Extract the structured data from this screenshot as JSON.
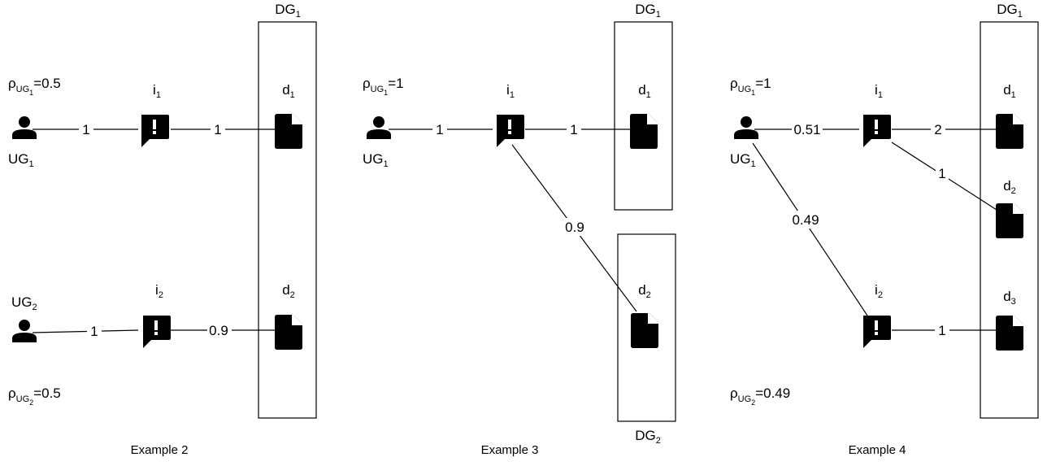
{
  "colors": {
    "ink": "#000000",
    "background": "#ffffff"
  },
  "icons": {
    "user": "person-icon",
    "issue": "alert-message-icon",
    "document": "document-icon"
  },
  "panels": [
    {
      "caption": "Example 2",
      "rhos": [
        {
          "group": "UG",
          "index": "1",
          "value": "0.5"
        },
        {
          "group": "UG",
          "index": "2",
          "value": "0.5"
        }
      ],
      "users": [
        {
          "base": "UG",
          "index": "1"
        },
        {
          "base": "UG",
          "index": "2"
        }
      ],
      "issues": [
        {
          "base": "i",
          "index": "1"
        },
        {
          "base": "i",
          "index": "2"
        }
      ],
      "docs": [
        {
          "base": "d",
          "index": "1"
        },
        {
          "base": "d",
          "index": "2"
        }
      ],
      "groups": [
        {
          "base": "DG",
          "index": "1"
        }
      ],
      "edges": [
        "1",
        "1",
        "1",
        "0.9"
      ]
    },
    {
      "caption": "Example 3",
      "rhos": [
        {
          "group": "UG",
          "index": "1",
          "value": "1"
        }
      ],
      "users": [
        {
          "base": "UG",
          "index": "1"
        }
      ],
      "issues": [
        {
          "base": "i",
          "index": "1"
        }
      ],
      "docs": [
        {
          "base": "d",
          "index": "1"
        },
        {
          "base": "d",
          "index": "2"
        }
      ],
      "groups": [
        {
          "base": "DG",
          "index": "1"
        },
        {
          "base": "DG",
          "index": "2"
        }
      ],
      "edges": [
        "1",
        "1",
        "0.9"
      ]
    },
    {
      "caption": "Example 4",
      "rhos": [
        {
          "group": "UG",
          "index": "1",
          "value": "1"
        },
        {
          "group": "UG",
          "index": "2",
          "value": "0.49"
        }
      ],
      "users": [
        {
          "base": "UG",
          "index": "1"
        }
      ],
      "issues": [
        {
          "base": "i",
          "index": "1"
        },
        {
          "base": "i",
          "index": "2"
        }
      ],
      "docs": [
        {
          "base": "d",
          "index": "1"
        },
        {
          "base": "d",
          "index": "2"
        },
        {
          "base": "d",
          "index": "3"
        }
      ],
      "groups": [
        {
          "base": "DG",
          "index": "1"
        }
      ],
      "edges": [
        "0.51",
        "2",
        "1",
        "0.49",
        "1"
      ]
    }
  ]
}
